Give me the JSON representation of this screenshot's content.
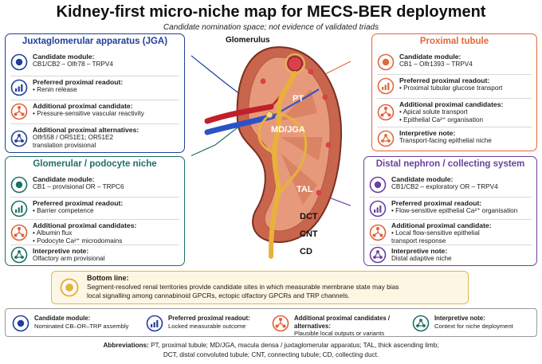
{
  "title": "Kidney-first micro-niche map for MECS-BER deployment",
  "subtitle": "Candidate nomination space; not evidence of validated triads",
  "organ_labels": {
    "glomerulus": "Glomerulus",
    "pt": "PT",
    "md_jga": "MD/JGA",
    "tal": "TAL",
    "dct": "DCT",
    "cnt": "CNT",
    "cd": "CD"
  },
  "colors": {
    "jga": "#1f3f9a",
    "glom": "#1e7064",
    "pt": "#e2673a",
    "distal": "#6b3fa0",
    "module_orange": "#e0603a",
    "bottom_line": "#e8b23a"
  },
  "jga": {
    "title": "Juxtaglomerular apparatus (JGA)",
    "module_head": "Candidate module:",
    "module_text": "CB1/CB2 – Olfr78 – TRPV4",
    "readout_head": "Preferred proximal readout:",
    "readout_text": "• Renin release",
    "addl_head": "Additional proximal candidate:",
    "addl_text": "• Pressure-sensitive vascular reactivity",
    "alt_head": "Additional proximal alternatives:",
    "alt_line1": "Olfr558 / OR51E1; OR51E2",
    "alt_line2": "translation provisional"
  },
  "glom": {
    "title": "Glomerular / podocyte niche",
    "module_head": "Candidate module:",
    "module_text": "CB1 – provisional OR – TRPC6",
    "readout_head": "Preferred proximal readout:",
    "readout_text": "• Barrier competence",
    "addl_head": "Additional proximal candidates:",
    "addl_line1": "• Albumin flux",
    "addl_line2": "• Podocyte Ca²⁺ microdomains",
    "note_head": "Interpretive note:",
    "note_text": "Olfactory arm provisional"
  },
  "pt": {
    "title": "Proximal tubule",
    "module_head": "Candidate module:",
    "module_text": "CB1 – Olfr1393 – TRPV4",
    "readout_head": "Preferred proximal readout:",
    "readout_text": "• Proximal tubular glucose transport",
    "addl_head": "Additional proximal candidates:",
    "addl_line1": "• Apical solute transport",
    "addl_line2": "• Epithelial Ca²⁺ organisation",
    "note_head": "Interpretive note:",
    "note_text": "Transport-facing epithelial niche"
  },
  "distal": {
    "title": "Distal nephron / collecting system",
    "module_head": "Candidate module:",
    "module_text": "CB1/CB2 – exploratory OR – TRPV4",
    "readout_head": "Preferred proximal readout:",
    "readout_text": "• Flow-sensitive epithelial Ca²⁺ organisation",
    "addl_head": "Additional proximal candidate:",
    "addl_line1": "• Local flow-sensitive epithelial",
    "addl_line2": "transport response",
    "note_head": "Interpretive note:",
    "note_text": "Distal adaptive niche"
  },
  "bottom_line": {
    "head": "Bottom line:",
    "line1": "Segment-resolved renal territories provide candidate sites in which measurable membrane state may bias",
    "line2": "local signalling among cannabinoid GPCRs, ectopic olfactory GPCRs and TRP channels."
  },
  "legend": [
    {
      "head": "Candidate module:",
      "text": "Nominated CB–OR–TRP assembly",
      "icon": "target-icon"
    },
    {
      "head": "Preferred proximal readout:",
      "text": "Locked measurable outcome",
      "icon": "bar-chart-icon"
    },
    {
      "head": "Additional proximal candidates / alternatives:",
      "text": "Plausible local outputs or variants",
      "icon": "branch-icon"
    },
    {
      "head": "Interpretive note:",
      "text": "Context for niche deployment",
      "icon": "network-icon"
    }
  ],
  "abbreviations": {
    "head": "Abbreviations:",
    "line1": "PT, proximal tubule; MD/JGA, macula densa / juxtaglomerular apparatus; TAL, thick ascending limb;",
    "line2": "DCT, distal convoluted tubule; CNT, connecting tubule; CD, collecting duct."
  }
}
